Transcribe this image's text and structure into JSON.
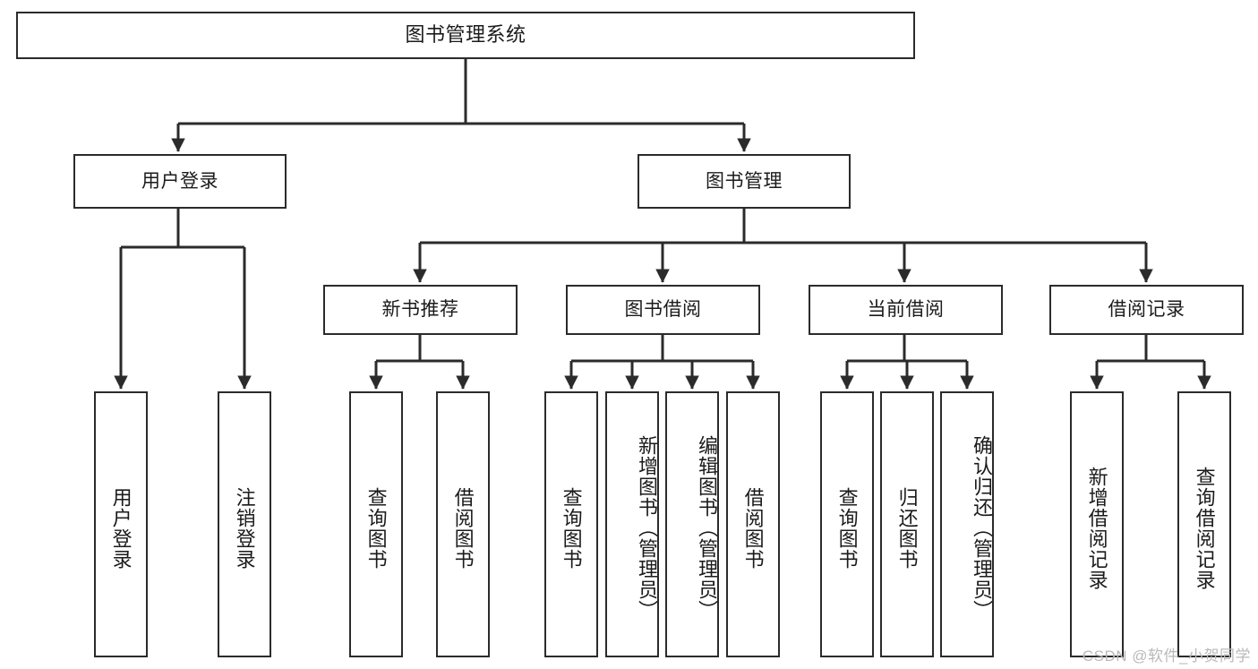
{
  "diagram": {
    "title": "图书管理系统",
    "watermark": "CSDN @软件_小贺同学",
    "line_color": "#2b2b2b",
    "box_fill": "#ffffff",
    "text_color": "#1b1b1b",
    "watermark_color": "#b9b9b9",
    "levels": {
      "root": "图书管理系统",
      "level2": [
        "用户登录",
        "图书管理"
      ],
      "level3": [
        "新书推荐",
        "图书借阅",
        "当前借阅",
        "借阅记录"
      ]
    },
    "nodes": {
      "root": {
        "label": "图书管理系统"
      },
      "user_login": {
        "label": "用户登录"
      },
      "book_manage": {
        "label": "图书管理"
      },
      "new_book_rec": {
        "label": "新书推荐"
      },
      "book_borrow": {
        "label": "图书借阅"
      },
      "current_borrow": {
        "label": "当前借阅"
      },
      "borrow_record": {
        "label": "借阅记录"
      },
      "leaf_user_login": {
        "label": "用户登录"
      },
      "leaf_logout_login": {
        "label": "注销登录"
      },
      "leaf_query_book_a": {
        "label": "查询图书"
      },
      "leaf_borrow_book_a": {
        "label": "借阅图书"
      },
      "leaf_query_book_b": {
        "label": "查询图书"
      },
      "leaf_add_book_admin": {
        "label": "新增图书（管理员）"
      },
      "leaf_edit_book_admin": {
        "label": "编辑图书（管理员）"
      },
      "leaf_borrow_book_b": {
        "label": "借阅图书"
      },
      "leaf_query_book_c": {
        "label": "查询图书"
      },
      "leaf_return_book": {
        "label": "归还图书"
      },
      "leaf_confirm_return_admin": {
        "label": "确认归还（管理员）"
      },
      "leaf_add_borrow_record": {
        "label": "新增借阅记录"
      },
      "leaf_query_borrow_record": {
        "label": "查询借阅记录"
      }
    }
  }
}
